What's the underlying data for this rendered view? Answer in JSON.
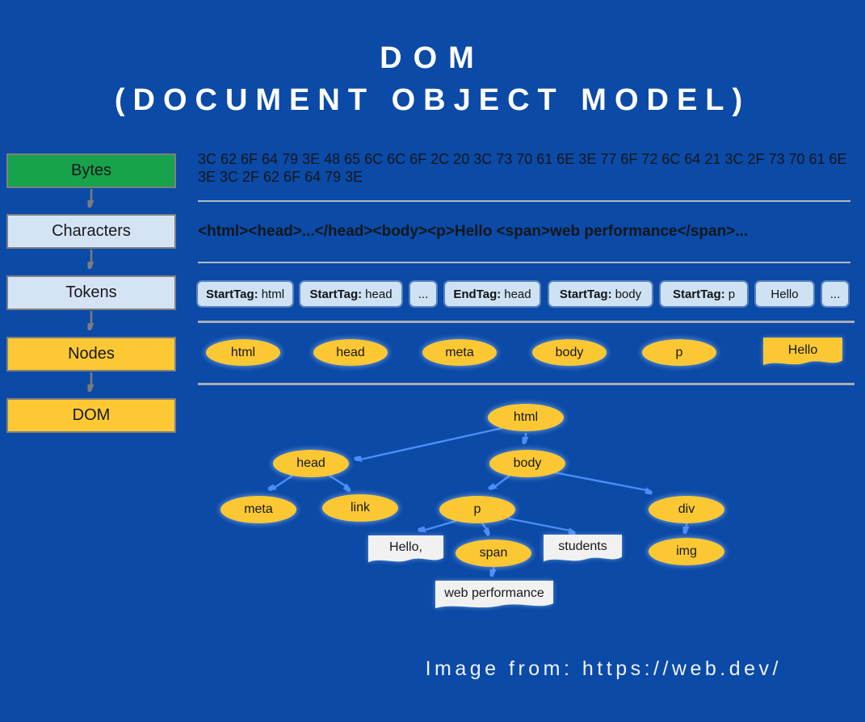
{
  "title": {
    "line1": "DOM",
    "line2": "(DOCUMENT OBJECT MODEL)"
  },
  "attribution": "Image from: https://web.dev/",
  "colors": {
    "background": "#0b4aa6",
    "stage_green": "#17a24c",
    "stage_light_blue": "#d5e4f5",
    "stage_yellow": "#fcc934",
    "node_yellow": "#fbc834",
    "token_blue": "#cfe2f3",
    "text_node_white": "#f1f1f1",
    "tree_arrow_blue": "#4d8df6",
    "pipeline_arrow_gray": "#7c7c7c",
    "divider_gray": "#b7bbc1"
  },
  "pipeline": {
    "stages": [
      {
        "label": "Bytes"
      },
      {
        "label": "Characters"
      },
      {
        "label": "Tokens"
      },
      {
        "label": "Nodes"
      },
      {
        "label": "DOM"
      }
    ]
  },
  "rows": {
    "bytes": "3C 62 6F 64 79 3E 48 65 6C 6C 6F 2C 20 3C 73 70 61 6E 3E 77 6F 72 6C 64 21 3C 2F 73 70 61 6E 3E 3C 2F 62 6F 64 79 3E",
    "characters": "<html><head>...</head><body><p>Hello <span>web performance</span>...",
    "tokens": [
      {
        "t": "StartTag:",
        "v": "html"
      },
      {
        "t": "StartTag:",
        "v": "head"
      },
      {
        "t": "",
        "v": "..."
      },
      {
        "t": "EndTag:",
        "v": "head"
      },
      {
        "t": "StartTag:",
        "v": "body"
      },
      {
        "t": "StartTag:",
        "v": "p"
      },
      {
        "t": "",
        "v": "Hello"
      },
      {
        "t": "",
        "v": "..."
      }
    ],
    "nodes": {
      "ellipses": [
        "html",
        "head",
        "meta",
        "body",
        "p"
      ],
      "text_node": "Hello"
    }
  },
  "dom_tree": {
    "nodes": {
      "html": "html",
      "head": "head",
      "body": "body",
      "meta": "meta",
      "link": "link",
      "p": "p",
      "div": "div",
      "span": "span",
      "img": "img",
      "text_hello": "Hello,",
      "text_students": "students",
      "text_webperf": "web performance"
    },
    "edges": [
      [
        "html",
        "head"
      ],
      [
        "html",
        "body"
      ],
      [
        "head",
        "meta"
      ],
      [
        "head",
        "link"
      ],
      [
        "body",
        "p"
      ],
      [
        "body",
        "div"
      ],
      [
        "p",
        "text_hello"
      ],
      [
        "p",
        "span"
      ],
      [
        "p",
        "text_students"
      ],
      [
        "span",
        "text_webperf"
      ],
      [
        "div",
        "img"
      ]
    ]
  }
}
